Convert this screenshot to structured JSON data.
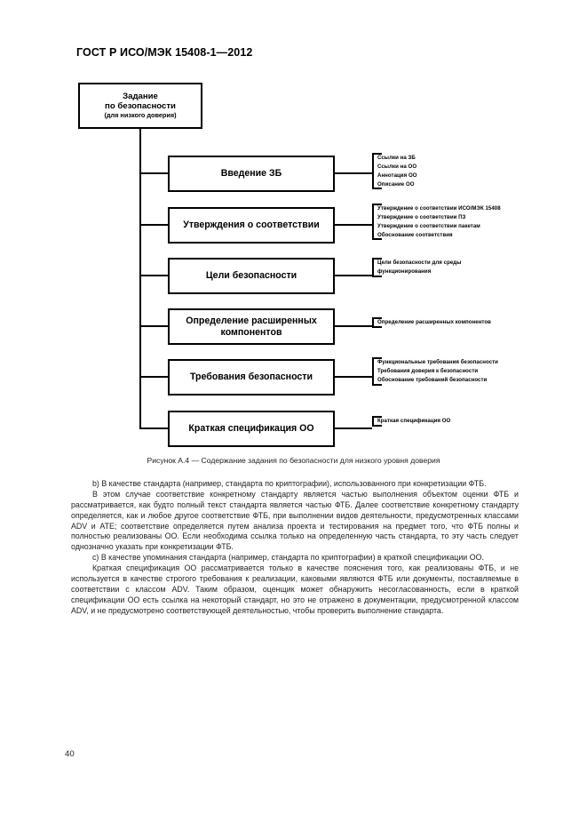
{
  "header": {
    "standard_title": "ГОСТ Р ИСО/МЭК 15408-1—2012"
  },
  "figure": {
    "top_box": {
      "line1": "Задание",
      "line2": "по безопасности",
      "line3": "(для низкого доверия)"
    },
    "sections": [
      {
        "label": "Введение ЗБ",
        "details": [
          "Ссылки на ЗБ",
          "Ссылки на ОО",
          "Аннотация ОО",
          "Описание ОО"
        ]
      },
      {
        "label": "Утверждения о соответствии",
        "details": [
          "Утверждение о соответствии ИСО/МЭК 15408",
          "Утверждение о соответствии ПЗ",
          "Утверждение о соответствии пакетам",
          "Обоснование соответствия"
        ]
      },
      {
        "label": "Цели безопасности",
        "details": [
          "Цели безопасности для среды",
          "функционирования"
        ]
      },
      {
        "label": "Определение расширенных компонентов",
        "details": [
          "Определение расширенных компонентов"
        ]
      },
      {
        "label": "Требования безопасности",
        "details": [
          "Функциональные требования безопасности",
          "Требования доверия к безопасности",
          "Обоснование требований безопасности"
        ]
      },
      {
        "label": "Краткая спецификация ОО",
        "details": [
          "Краткая спецификация ОО"
        ]
      }
    ],
    "caption": "Рисунок А.4 — Содержание задания по безопасности для низкого уровня доверия"
  },
  "body": {
    "paragraphs": [
      "b)  В качестве стандарта (например, стандарта по криптографии), использованного при конкретизации ФТБ.",
      "В этом случае соответствие конкретному стандарту является частью выполнения объектом оценки ФТБ и рассматривается, как будто полный текст стандарта является частью ФТБ. Далее соответствие конкретному стандарту определяется, как и любое другое соответствие ФТБ, при выполнении видов деятельности, предусмотренных классами ADV и ATE; соответствие определяется путем анализа проекта и тестирования на предмет того, что ФТБ полны и полностью реализованы ОО. Если необходима ссылка только на определенную часть стандарта, то эту часть следует однозначно указать при конкретизации ФТБ.",
      "c)  В качестве упоминания стандарта (например, стандарта по криптографии) в краткой спецификации ОО.",
      "Краткая спецификация ОО рассматривается только в качестве пояснения того, как реализованы ФТБ, и не используется в качестве строгого требования к реализации, каковыми являются ФТБ или документы, поставляемые в соответствии с классом ADV. Таким образом, оценщик может обнаружить несогласованность, если в краткой спецификации ОО есть ссылка на некоторый стандарт, но это не отражено в документации, предусмотренной классом ADV, и не предусмотрено соответствующей деятельностью, чтобы проверить выполнение стандарта."
    ]
  },
  "footer": {
    "page_number": "40"
  }
}
